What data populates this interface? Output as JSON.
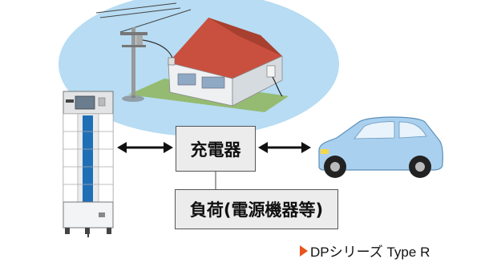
{
  "diagram": {
    "charger_label": "充電器",
    "load_label": "負荷(電源機器等)",
    "caption": "DPシリーズ Type R"
  },
  "colors": {
    "sky_ellipse": "#b7dcf3",
    "roof": "#c9503f",
    "car": "#a9d1ef",
    "battery_stripe": "#1f6fb6",
    "caption_marker": "#e8551e"
  }
}
